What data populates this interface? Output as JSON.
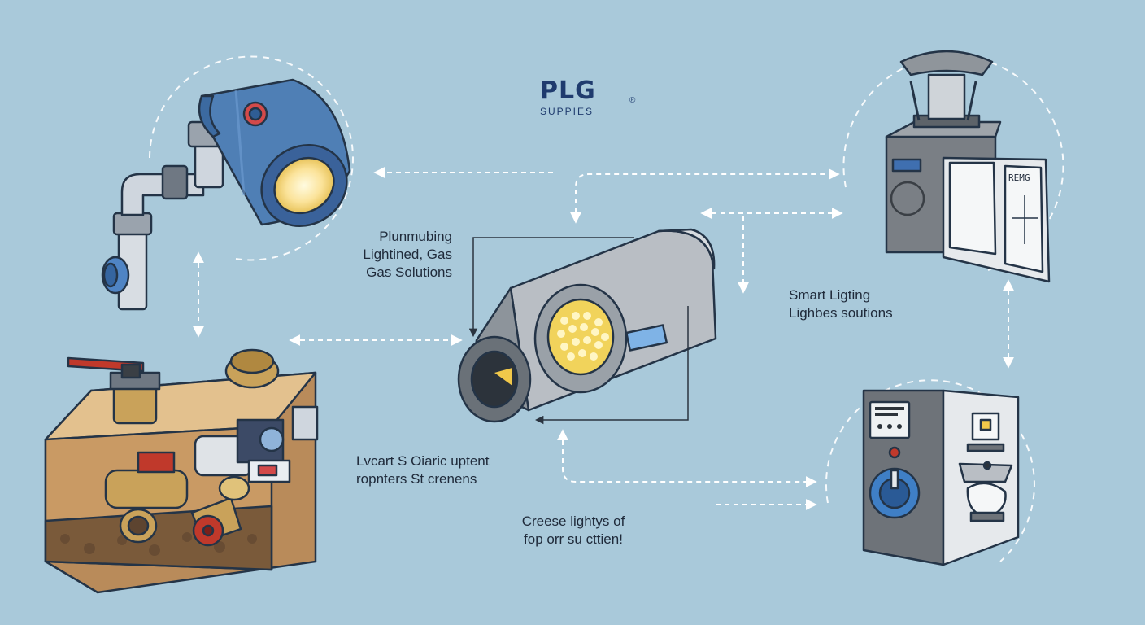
{
  "brand": {
    "name": "PLG",
    "mark": "®",
    "subtitle": "SUPPIES"
  },
  "labels": {
    "plumbing": [
      "Plunmubing",
      "Lightined, Gas",
      "Gas Solutions"
    ],
    "smart": [
      "Smart Ligting",
      "Lighbes soutions"
    ],
    "lvcart": [
      "Lvcart S Oiaric uptent",
      "ropnters St crenens"
    ],
    "creese": [
      "Creese lightys of",
      "fop orr su cttien!"
    ]
  },
  "devices": {
    "lamp_panel_text": "REMG"
  },
  "colors": {
    "background": "#a9c9da",
    "brand": "#1f3b6e",
    "lamp_blue": "#4f7fb5",
    "brass": "#c9a25a",
    "panel_gray": "#6e7379",
    "valve_red": "#c0392b"
  }
}
